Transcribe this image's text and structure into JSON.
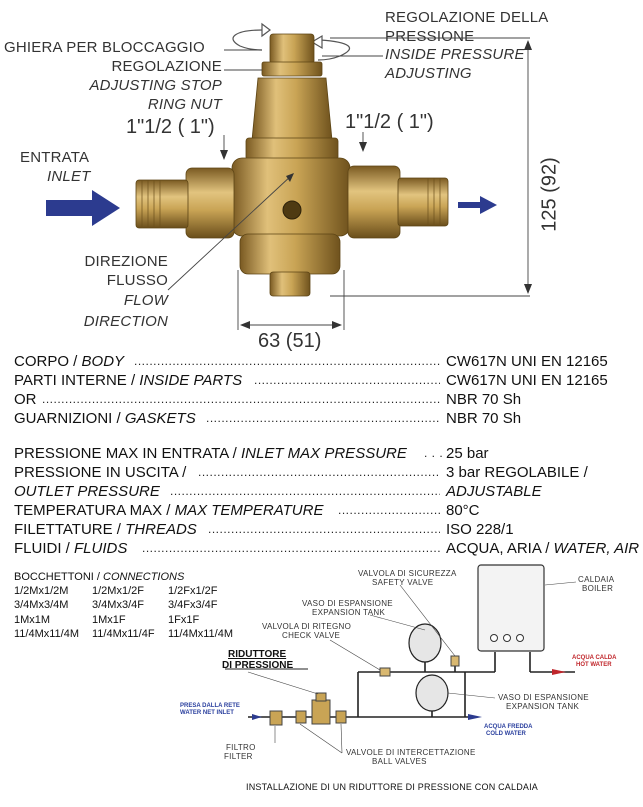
{
  "valve": {
    "ghiera_it_1": "GHIERA PER BLOCCAGGIO",
    "ghiera_it_2": "REGOLAZIONE",
    "ghiera_en_1": "ADJUSTING STOP",
    "ghiera_en_2": "RING NUT",
    "reg_it_1": "REGOLAZIONE DELLA",
    "reg_it_2": "PRESSIONE",
    "reg_en_1": "INSIDE PRESSURE",
    "reg_en_2": "ADJUSTING",
    "thread_left": "1\"1/2 ( 1\")",
    "thread_right": "1\"1/2 ( 1\")",
    "entrata": "ENTRATA",
    "inlet": "INLET",
    "dir_it_1": "DIREZIONE",
    "dir_it_2": "FLUSSO",
    "dir_en_1": "FLOW",
    "dir_en_2": "DIRECTION",
    "height": "125 (92)",
    "width": "63 (51)"
  },
  "specs": [
    {
      "it": "CORPO / ",
      "en": "BODY",
      "value": "CW617N UNI EN 12165"
    },
    {
      "it": "PARTI INTERNE / ",
      "en": "INSIDE PARTS",
      "value": "CW617N UNI EN 12165"
    },
    {
      "it": "OR",
      "en": "",
      "value": "NBR 70 Sh"
    },
    {
      "it": "GUARNIZIONI / ",
      "en": "GASKETS",
      "value": "NBR 70 Sh"
    },
    {
      "it": "PRESSIONE MAX IN ENTRATA / ",
      "en": "INLET MAX PRESSURE",
      "value": "25 bar"
    },
    {
      "it": "PRESSIONE IN USCITA / ",
      "en": "",
      "value": "3 bar REGOLABILE /"
    },
    {
      "it": "",
      "en": "OUTLET PRESSURE",
      "value": "ADJUSTABLE"
    },
    {
      "it": "TEMPERATURA MAX / ",
      "en": "MAX TEMPERATURE",
      "value": "80°C"
    },
    {
      "it": "FILETTATURE / ",
      "en": "THREADS",
      "value": "ISO 228/1"
    },
    {
      "it": "FLUIDI / ",
      "en": "FLUIDS",
      "value_it": "ACQUA, ARIA / ",
      "value": "WATER, AIR"
    }
  ],
  "connections": {
    "title_it": "BOCCHETTONI / ",
    "title_en": "CONNECTIONS",
    "rows": [
      [
        "1/2Mx1/2M",
        "1/2Mx1/2F",
        "1/2Fx1/2F"
      ],
      [
        "3/4Mx3/4M",
        "3/4Mx3/4F",
        "3/4Fx3/4F"
      ],
      [
        "1Mx1M",
        "1Mx1F",
        "1Fx1F"
      ],
      [
        "11/4Mx11/4M",
        "11/4Mx11/4F",
        "11/4Mx11/4M"
      ]
    ]
  },
  "diagram": {
    "safety_it": "VALVOLA DI SICUREZZA",
    "safety_en": "SAFETY VALVE",
    "boiler_it": "CALDAIA",
    "boiler_en": "BOILER",
    "exp_it": "VASO DI ESPANSIONE",
    "exp_en": "EXPANSION TANK",
    "check_it": "VALVOLA DI RITEGNO",
    "check_en": "CHECK VALVE",
    "reducer_1": "RIDUTTORE",
    "reducer_2": "DI PRESSIONE",
    "hot_it": "ACQUA CALDA",
    "hot_en": "HOT WATER",
    "inlet_it": "PRESA DALLA RETE",
    "inlet_en": "WATER NET INLET",
    "exp2_it": "VASO DI ESPANSIONE",
    "exp2_en": "EXPANSION TANK",
    "cold_it": "ACQUA FREDDA",
    "cold_en": "COLD WATER",
    "filter_it": "FILTRO",
    "filter_en": "FILTER",
    "ballv_it": "VALVOLE DI INTERCETTAZIONE",
    "ballv_en": "BALL VALVES",
    "caption": "INSTALLAZIONE DI UN RIDUTTORE DI PRESSIONE CON  CALDAIA"
  },
  "colors": {
    "arrow_blue": "#2c3b8f",
    "brass": "#c9a455",
    "red": "#c0262b"
  }
}
